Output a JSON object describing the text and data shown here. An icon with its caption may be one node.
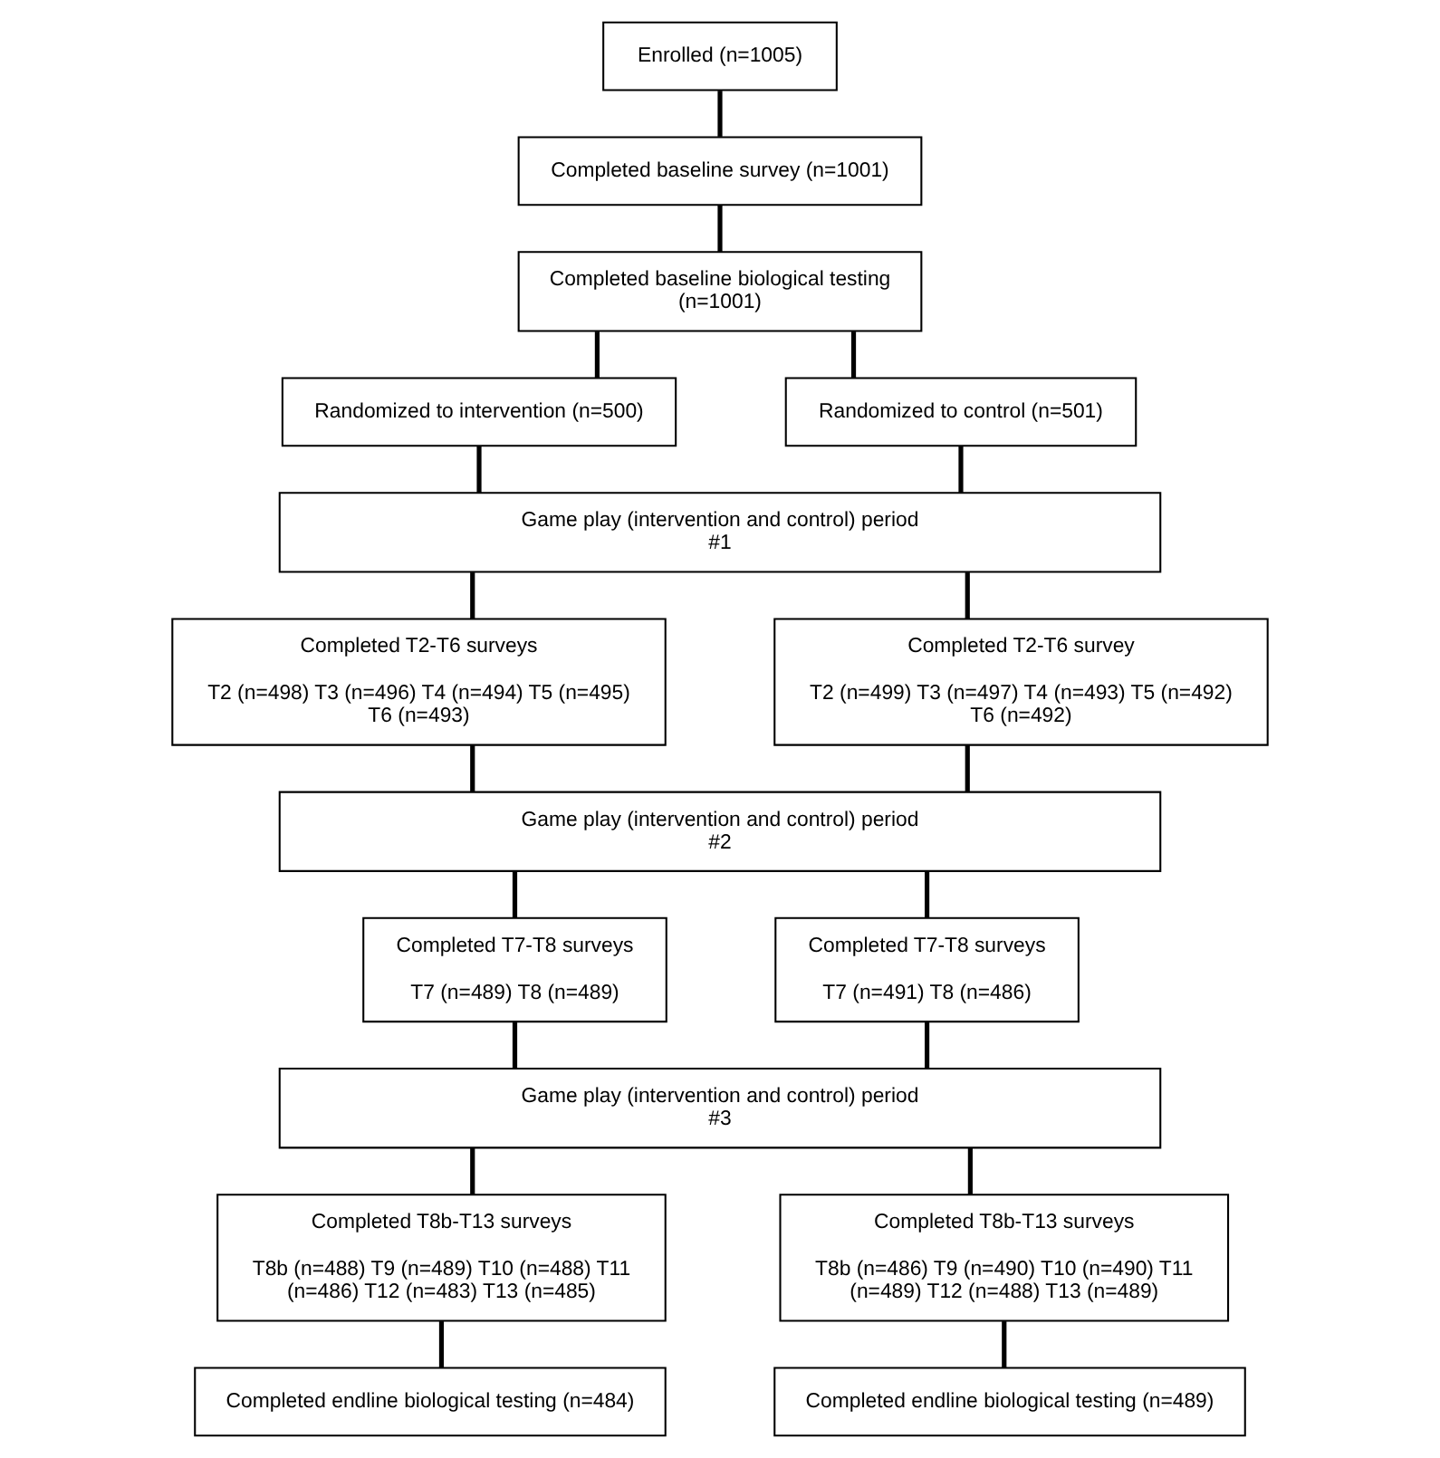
{
  "diagram": {
    "nodes": [
      {
        "text": [
          "Enrolled (n=1005)"
        ]
      },
      {
        "text": [
          "Completed baseline survey (n=1001)"
        ]
      },
      {
        "text": [
          "Completed baseline biological testing (n=1001)"
        ]
      },
      {
        "text": [
          "Randomized to intervention (n=500)"
        ]
      },
      {
        "text": [
          "Randomized to control (n=501)"
        ]
      },
      {
        "text": [
          "Game play (intervention and control) period #1"
        ]
      },
      {
        "text": [
          "Completed T2-T6 surveys",
          "T2 (n=498) T3 (n=496) T4 (n=494) T5 (n=495) T6 (n=493)"
        ]
      },
      {
        "text": [
          "Completed T2-T6 survey",
          "T2 (n=499) T3 (n=497) T4 (n=493) T5 (n=492) T6 (n=492)"
        ]
      },
      {
        "text": [
          "Game play (intervention and control) period #2"
        ]
      },
      {
        "text": [
          "Completed T7-T8 surveys",
          "T7 (n=489) T8 (n=489)"
        ]
      },
      {
        "text": [
          "Completed T7-T8 surveys",
          "T7 (n=491) T8 (n=486)"
        ]
      },
      {
        "text": [
          "Game play (intervention and control) period #3"
        ]
      },
      {
        "text": [
          "Completed T8b-T13 surveys",
          "T8b (n=488) T9 (n=489) T10 (n=488) T11 (n=486) T12 (n=483) T13 (n=485)"
        ]
      },
      {
        "text": [
          "Completed T8b-T13 surveys",
          "T8b (n=486) T9 (n=490) T10 (n=490) T11 (n=489) T12 (n=488) T13 (n=489)"
        ]
      },
      {
        "text": [
          "Completed endline biological testing (n=484)"
        ]
      },
      {
        "text": [
          "Completed endline biological testing (n=489)"
        ]
      }
    ],
    "edges": [
      {
        "from": 0,
        "to": 1,
        "arrow": "none"
      },
      {
        "from": 1,
        "to": 2,
        "arrow": "none"
      },
      {
        "from": 2,
        "to": 3,
        "arrow": "none"
      },
      {
        "from": 2,
        "to": 4,
        "arrow": "none"
      },
      {
        "from": 3,
        "to": 5,
        "arrow": "none"
      },
      {
        "from": 4,
        "to": 5,
        "arrow": "none"
      },
      {
        "from": 5,
        "to": 6,
        "arrow": "none"
      },
      {
        "from": 5,
        "to": 7,
        "arrow": "none"
      },
      {
        "from": 6,
        "to": 8,
        "arrow": "none"
      },
      {
        "from": 7,
        "to": 8,
        "arrow": "none"
      },
      {
        "from": 8,
        "to": 9,
        "arrow": "none"
      },
      {
        "from": 8,
        "to": 10,
        "arrow": "none"
      },
      {
        "from": 9,
        "to": 11,
        "arrow": "none"
      },
      {
        "from": 10,
        "to": 11,
        "arrow": "none"
      },
      {
        "from": 11,
        "to": 12,
        "arrow": "none"
      },
      {
        "from": 11,
        "to": 13,
        "arrow": "none"
      },
      {
        "from": 12,
        "to": 14,
        "arrow": "none"
      },
      {
        "from": 13,
        "to": 15,
        "arrow": "none"
      }
    ]
  }
}
